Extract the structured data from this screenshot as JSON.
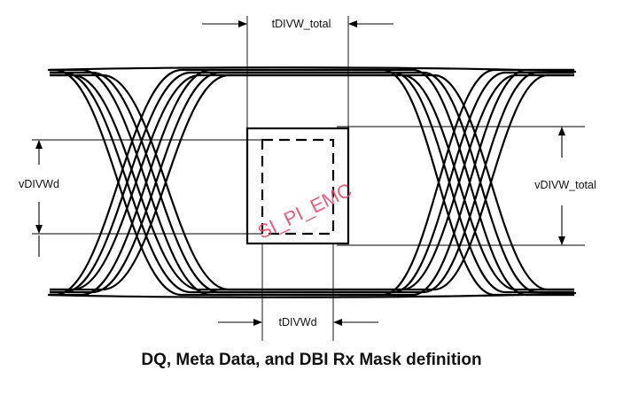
{
  "labels": {
    "tdivw_total": "tDIVW_total",
    "vdivwd": "vDIVWd",
    "vdivw_total": "vDIVW_total",
    "tdivwd": "tDIVWd"
  },
  "caption": "DQ, Meta Data, and DBI Rx Mask definition",
  "watermark": "SI_PI_EMC",
  "colors": {
    "trace": "#000000",
    "watermark": "#e05070"
  }
}
